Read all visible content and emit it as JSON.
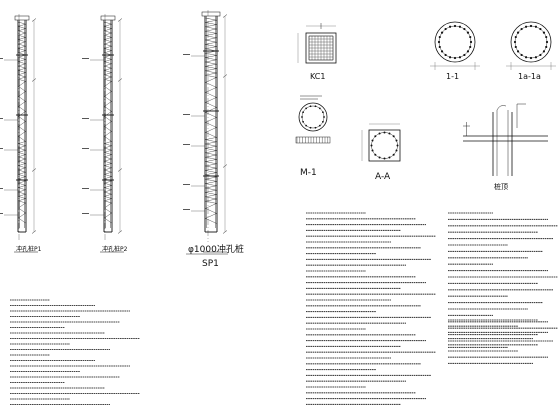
{
  "labels": {
    "pile1": "冲孔桩P1",
    "pile2": "冲孔桩P2",
    "pile3_title": "φ1000冲孔桩",
    "pile3_code": "SP1",
    "kc1": "KC1",
    "sec_m1": "M-1",
    "sec_aa": "A-A",
    "sec_11": "1-1",
    "sec_1a": "1a-1a",
    "detail": "桩顶"
  }
}
